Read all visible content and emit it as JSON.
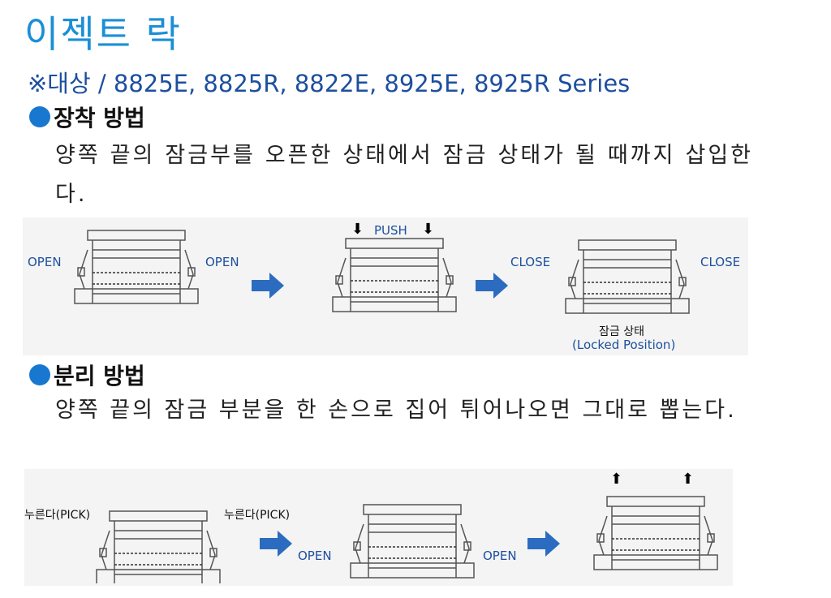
{
  "title": "이젝트 락",
  "subtitle": "※대상 / 8825E, 8825R, 8822E, 8925E, 8925R Series",
  "install": {
    "heading": "장착 방법",
    "text": "양쪽 끝의 잠금부를 오픈한 상태에서 잠금 상태가 될 때까지 삽입한다.",
    "labels": {
      "open": "OPEN",
      "push": "PUSH",
      "close": "CLOSE",
      "locked_ko": "잠금 상태",
      "locked_en": "(Locked Position)"
    }
  },
  "remove": {
    "heading": "분리 방법",
    "text": "양쪽 끝의 잠금 부분을 한 손으로 집어 튀어나오면 그대로 뽑는다.",
    "labels": {
      "pick": "누른다(PICK)",
      "open": "OPEN"
    }
  },
  "colors": {
    "title": "#1b8fd6",
    "subtitle": "#1d4f9e",
    "arrow": "#2b6cc0"
  }
}
